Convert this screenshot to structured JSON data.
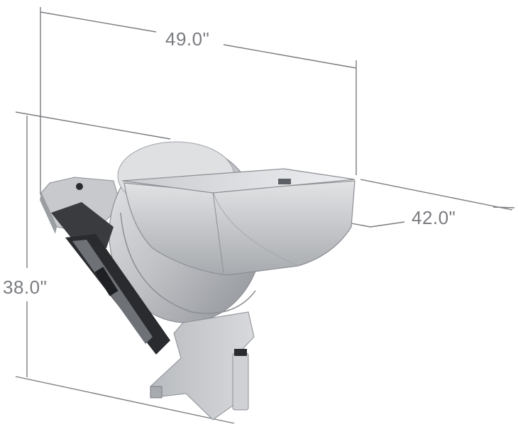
{
  "dimensions": {
    "width_label": "49.0\"",
    "depth_label": "42.0\"",
    "height_label": "38.0\""
  },
  "colors": {
    "dimension_line": "#7a7c80",
    "metal_light": "#d9dadc",
    "metal_mid": "#b4b6ba",
    "metal_dark": "#8c8f94",
    "shadow": "#5c5f64",
    "black_part": "#2a2b2e"
  }
}
